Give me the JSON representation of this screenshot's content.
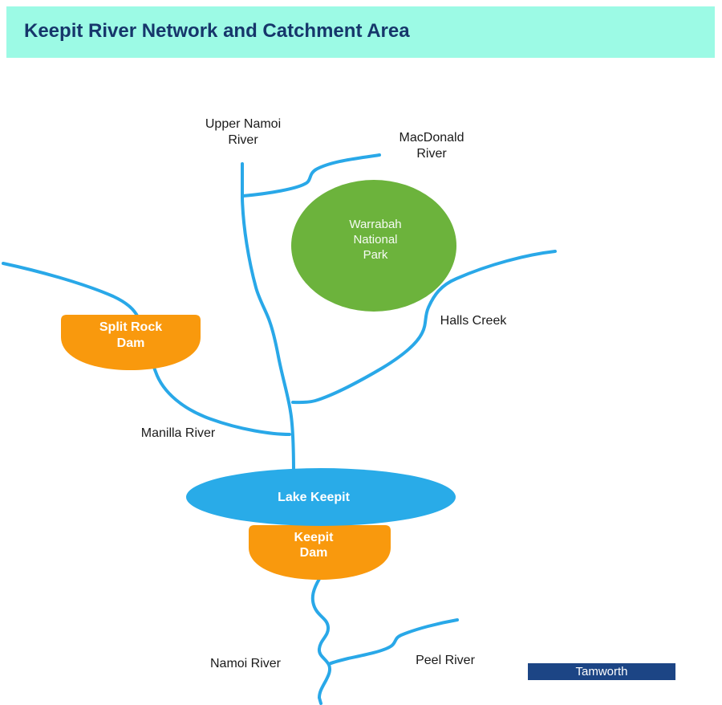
{
  "header": {
    "title": "Keepit River Network and Catchment Area"
  },
  "labels": {
    "upper_namoi": {
      "line1": "Upper Namoi",
      "line2": "River"
    },
    "macdonald": {
      "line1": "MacDonald",
      "line2": "River"
    },
    "halls_creek": "Halls Creek",
    "manilla": "Manilla River",
    "namoi": "Namoi River",
    "peel": "Peel River"
  },
  "features": {
    "warrabah": {
      "line1": "Warrabah",
      "line2": "National",
      "line3": "Park",
      "color": "#6CB33C"
    },
    "split_rock_dam": {
      "line1": "Split Rock",
      "line2": "Dam",
      "color": "#F9990D"
    },
    "lake_keepit": {
      "label": "Lake Keepit",
      "color": "#29ABE8"
    },
    "keepit_dam": {
      "line1": "Keepit",
      "line2": "Dam",
      "color": "#F9990D"
    },
    "tamworth": {
      "label": "Tamworth",
      "color": "#1C4585"
    }
  },
  "colors": {
    "river": "#29A8E8",
    "header_bg": "#9CFAE5",
    "title_text": "#16366B",
    "label_text": "#1A1A1A"
  }
}
